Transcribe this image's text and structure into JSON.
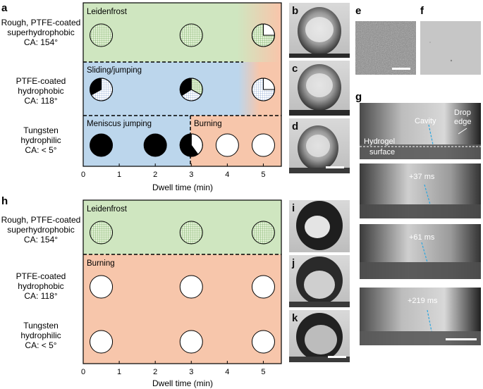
{
  "panels": {
    "a": "a",
    "b": "b",
    "c": "c",
    "d": "d",
    "e": "e",
    "f": "f",
    "g": "g",
    "h": "h",
    "i": "i",
    "j": "j",
    "k": "k"
  },
  "rows": [
    [
      "Rough, PTFE-coated",
      "superhydrophobic",
      "CA: 154°"
    ],
    [
      "PTFE-coated",
      "hydrophobic",
      "CA: 118°"
    ],
    [
      "Tungsten",
      "hydrophilic",
      "CA: < 5°"
    ]
  ],
  "colors": {
    "green": "#cfe6c0",
    "blue": "#bcd6ec",
    "orange": "#f7c6ab",
    "ink": "#000000"
  },
  "chart_data": [
    {
      "type": "scatter",
      "panel": "a",
      "xlabel": "Dwell time (min)",
      "xlim": [
        0,
        5.5
      ],
      "xticks": [
        0,
        1,
        2,
        3,
        4,
        5
      ],
      "rows": [
        "Rough, PTFE-coated superhydrophobic CA: 154°",
        "PTFE-coated hydrophobic CA: 118°",
        "Tungsten hydrophilic CA: < 5°"
      ],
      "regions": [
        "Leidenfrost",
        "Sliding/jumping",
        "Meniscus jumping",
        "Burning"
      ],
      "points": [
        {
          "row": 0,
          "x": 0.5,
          "leidenfrost": 1.0,
          "sliding": 0,
          "meniscus": 0,
          "burning": 0
        },
        {
          "row": 0,
          "x": 3.0,
          "leidenfrost": 1.0,
          "sliding": 0,
          "meniscus": 0,
          "burning": 0
        },
        {
          "row": 0,
          "x": 5.0,
          "leidenfrost": 0.75,
          "sliding": 0,
          "meniscus": 0,
          "burning": 0.25
        },
        {
          "row": 1,
          "x": 0.5,
          "leidenfrost": 0,
          "sliding": 0.67,
          "meniscus": 0.33,
          "burning": 0
        },
        {
          "row": 1,
          "x": 3.0,
          "leidenfrost": 0.33,
          "sliding": 0.33,
          "meniscus": 0.34,
          "burning": 0
        },
        {
          "row": 1,
          "x": 5.0,
          "leidenfrost": 0,
          "sliding": 0.75,
          "meniscus": 0,
          "burning": 0.25
        },
        {
          "row": 2,
          "x": 0.5,
          "leidenfrost": 0,
          "sliding": 0,
          "meniscus": 1.0,
          "burning": 0
        },
        {
          "row": 2,
          "x": 2.0,
          "leidenfrost": 0,
          "sliding": 0,
          "meniscus": 1.0,
          "burning": 0
        },
        {
          "row": 2,
          "x": 3.0,
          "leidenfrost": 0,
          "sliding": 0,
          "meniscus": 0.6,
          "burning": 0.4
        },
        {
          "row": 2,
          "x": 4.0,
          "leidenfrost": 0,
          "sliding": 0,
          "meniscus": 0,
          "burning": 1.0
        },
        {
          "row": 2,
          "x": 5.0,
          "leidenfrost": 0,
          "sliding": 0,
          "meniscus": 0,
          "burning": 1.0
        }
      ]
    },
    {
      "type": "scatter",
      "panel": "h",
      "xlabel": "Dwell time (min)",
      "xlim": [
        0,
        5.5
      ],
      "xticks": [
        0,
        1,
        2,
        3,
        4,
        5
      ],
      "rows": [
        "Rough, PTFE-coated superhydrophobic CA: 154°",
        "PTFE-coated hydrophobic CA: 118°",
        "Tungsten hydrophilic CA: < 5°"
      ],
      "regions": [
        "Leidenfrost",
        "Burning"
      ],
      "points": [
        {
          "row": 0,
          "x": 0.5,
          "leidenfrost": 1.0,
          "burning": 0
        },
        {
          "row": 0,
          "x": 3.0,
          "leidenfrost": 1.0,
          "burning": 0
        },
        {
          "row": 0,
          "x": 5.0,
          "leidenfrost": 1.0,
          "burning": 0
        },
        {
          "row": 1,
          "x": 0.5,
          "leidenfrost": 0,
          "burning": 1.0
        },
        {
          "row": 1,
          "x": 3.0,
          "leidenfrost": 0,
          "burning": 1.0
        },
        {
          "row": 1,
          "x": 5.0,
          "leidenfrost": 0,
          "burning": 1.0
        },
        {
          "row": 2,
          "x": 0.5,
          "leidenfrost": 0,
          "burning": 1.0
        },
        {
          "row": 2,
          "x": 3.0,
          "leidenfrost": 0,
          "burning": 1.0
        },
        {
          "row": 2,
          "x": 5.0,
          "leidenfrost": 0,
          "burning": 1.0
        }
      ]
    }
  ],
  "g_annotations": {
    "cavity": "Cavity",
    "drop": "Drop",
    "edge": "edge",
    "hydrogel": "Hydrogel",
    "surface": "surface",
    "t2": "+37 ms",
    "t3": "+61 ms",
    "t4": "+219 ms"
  }
}
